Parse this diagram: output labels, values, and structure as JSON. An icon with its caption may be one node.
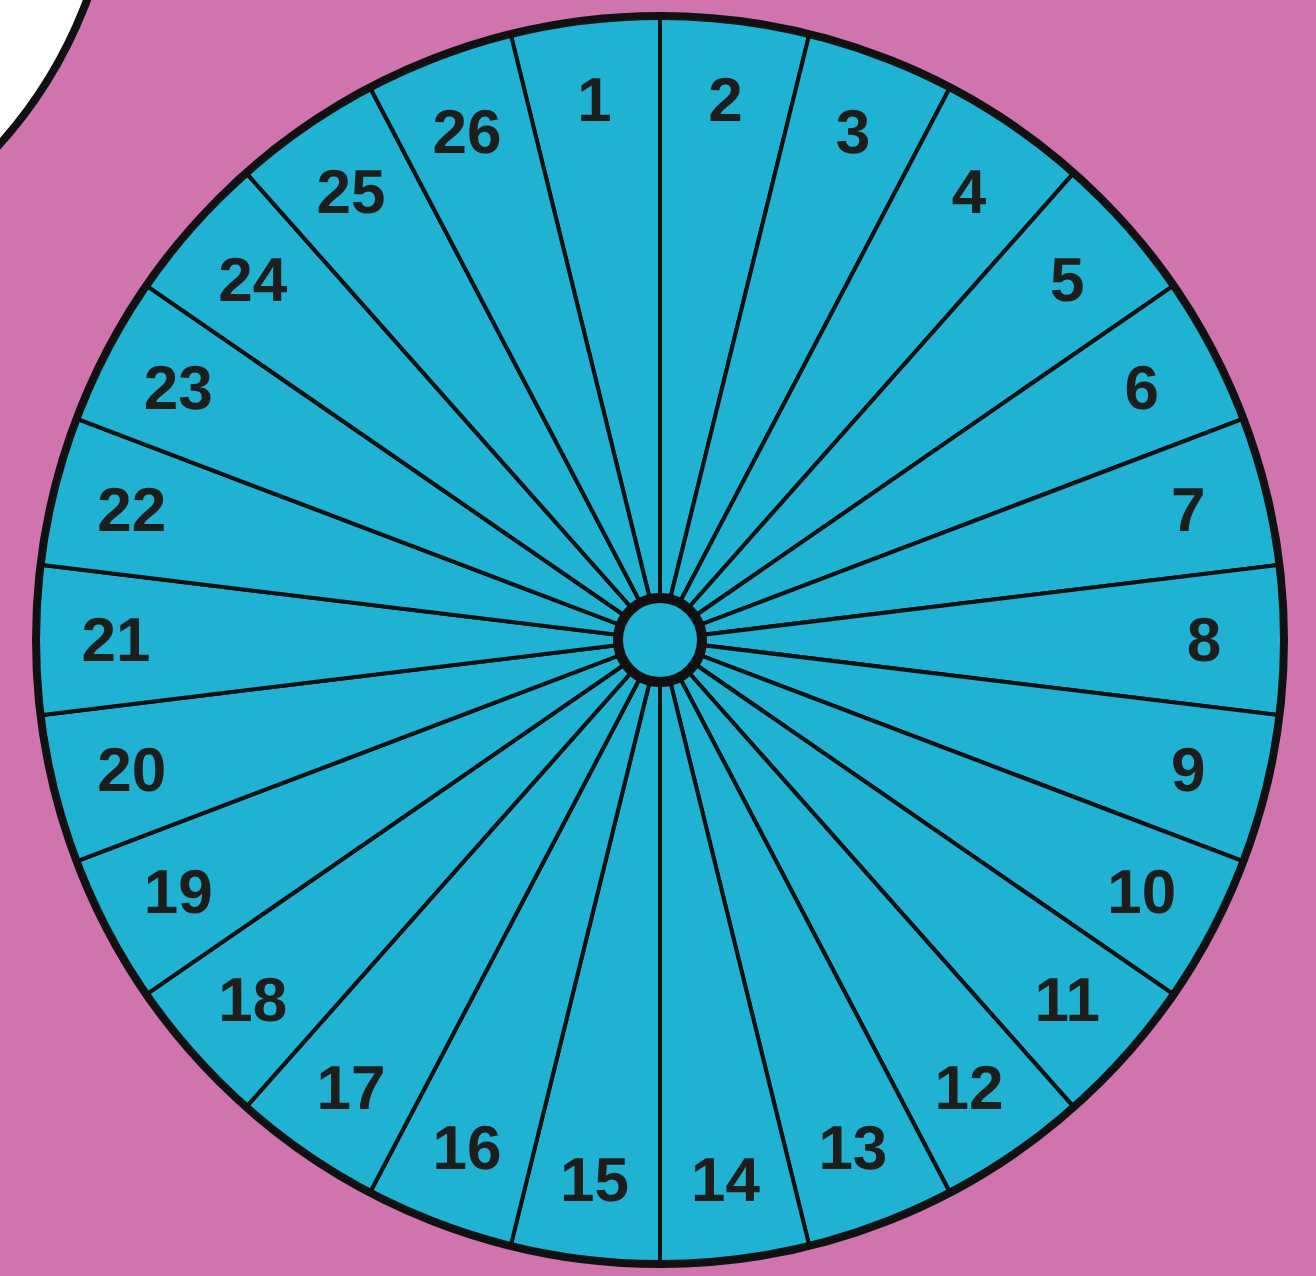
{
  "diagram": {
    "nodes": [
      {
        "text": [
          "1"
        ]
      },
      {
        "text": [
          "2"
        ]
      },
      {
        "text": [
          "3"
        ]
      },
      {
        "text": [
          "4"
        ]
      },
      {
        "text": [
          "5"
        ]
      },
      {
        "text": [
          "6"
        ]
      },
      {
        "text": [
          "7"
        ]
      },
      {
        "text": [
          "8"
        ]
      },
      {
        "text": [
          "9"
        ]
      },
      {
        "text": [
          "10"
        ]
      },
      {
        "text": [
          "11"
        ]
      },
      {
        "text": [
          "12"
        ]
      },
      {
        "text": [
          "13"
        ]
      },
      {
        "text": [
          "14"
        ]
      },
      {
        "text": [
          "15"
        ]
      },
      {
        "text": [
          "16"
        ]
      },
      {
        "text": [
          "17"
        ]
      },
      {
        "text": [
          "18"
        ]
      },
      {
        "text": [
          "19"
        ]
      },
      {
        "text": [
          "20"
        ]
      },
      {
        "text": [
          "21"
        ]
      },
      {
        "text": [
          "22"
        ]
      },
      {
        "text": [
          "23"
        ]
      },
      {
        "text": [
          "24"
        ]
      },
      {
        "text": [
          "25"
        ]
      },
      {
        "text": [
          "26"
        ]
      }
    ]
  }
}
